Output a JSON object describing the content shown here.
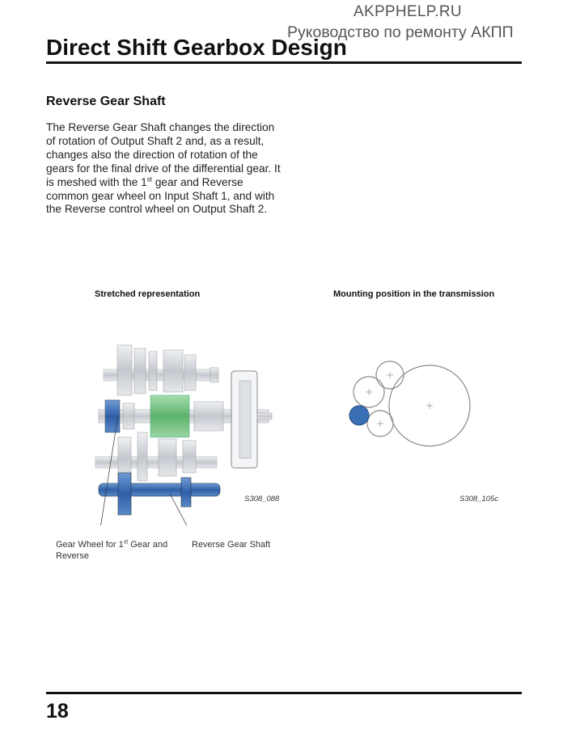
{
  "watermark": {
    "site": "AKPPHELP.RU",
    "subtitle": "Руководство по ремонту АКПП"
  },
  "header": {
    "title": "Direct Shift Gearbox Design"
  },
  "section": {
    "heading": "Reverse Gear Shaft",
    "body_part1": "The Reverse Gear Shaft changes the direction of rotation of Output Shaft 2 and, as a result, changes also the direction of rotation of the gears for the final drive of the differential gear. It is meshed with the 1",
    "body_sup": "st",
    "body_part2": " gear and Reverse common gear wheel on Input Shaft 1, and with the Reverse control wheel on Output Shaft 2."
  },
  "figures": {
    "left": {
      "caption": "Stretched representation",
      "code": "S308_088",
      "label_gear_part1": "Gear Wheel for 1",
      "label_gear_sup": "st",
      "label_gear_part2": " Gear and Reverse",
      "label_shaft": "Reverse Gear Shaft"
    },
    "right": {
      "caption": "Mounting position in the transmission",
      "code": "S308_105c"
    }
  },
  "footer": {
    "page_number": "18"
  },
  "colors": {
    "highlight_blue": "#3a6fb5",
    "highlight_green": "#6cbf7a",
    "metal": "#c9cdd3"
  }
}
